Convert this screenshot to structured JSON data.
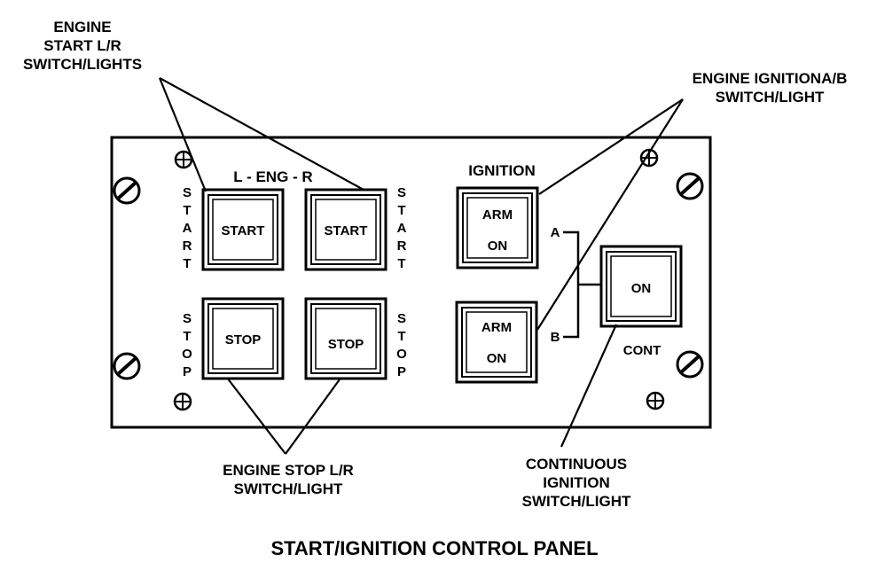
{
  "title": "START/IGNITION CONTROL PANEL",
  "callouts": {
    "engine_start": [
      "ENGINE",
      "START L/R",
      "SWITCH/LIGHTS"
    ],
    "engine_ignition": [
      "ENGINE IGNITIONA/B",
      "SWITCH/LIGHT"
    ],
    "engine_stop": [
      "ENGINE STOP L/R",
      "SWITCH/LIGHT"
    ],
    "continuous": [
      "CONTINUOUS",
      "IGNITION",
      "SWITCH/LIGHT"
    ]
  },
  "panel": {
    "eng_header": "L - ENG - R",
    "ignition_header": "IGNITION",
    "start_button_label": "START",
    "stop_button_label": "STOP",
    "start_vertical": [
      "S",
      "T",
      "A",
      "R",
      "T"
    ],
    "stop_vertical": [
      "S",
      "T",
      "O",
      "P"
    ],
    "ign_arm": "ARM",
    "ign_on": "ON",
    "ign_a": "A",
    "ign_b": "B",
    "cont_button_label": "ON",
    "cont_label": "CONT"
  }
}
